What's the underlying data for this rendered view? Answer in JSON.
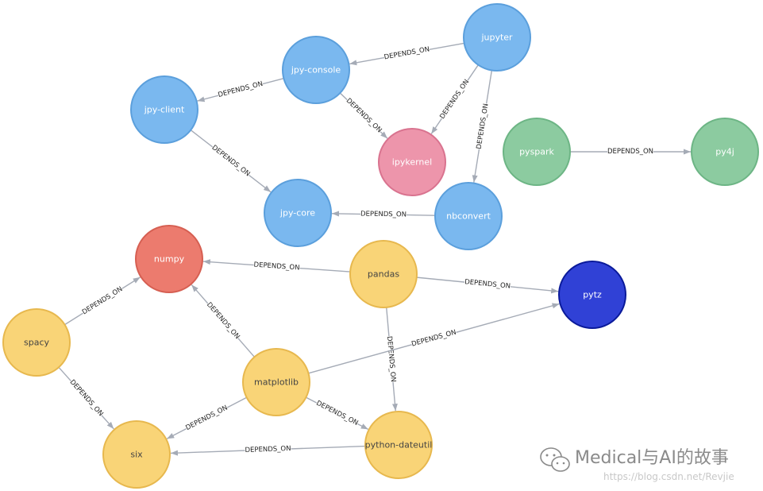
{
  "graph": {
    "colors": {
      "blue": "#7ab8ef",
      "blue_stroke": "#5b9fdc",
      "pink": "#ed95ab",
      "pink_stroke": "#d9738f",
      "red": "#ec7b6e",
      "red_stroke": "#d65f52",
      "yellow": "#f9d477",
      "yellow_stroke": "#e7b84e",
      "green": "#8ccba0",
      "green_stroke": "#6db585",
      "navy": "#3041d6",
      "navy_stroke": "#0a1a9a",
      "edge": "#a5abb6"
    },
    "nodes": [
      {
        "id": "jupyter",
        "label": "jupyter",
        "color": "blue"
      },
      {
        "id": "jpy-console",
        "label": "jpy-console",
        "color": "blue"
      },
      {
        "id": "jpy-client",
        "label": "jpy-client",
        "color": "blue"
      },
      {
        "id": "ipykernel",
        "label": "ipykernel",
        "color": "pink"
      },
      {
        "id": "jpy-core",
        "label": "jpy-core",
        "color": "blue"
      },
      {
        "id": "nbconvert",
        "label": "nbconvert",
        "color": "blue"
      },
      {
        "id": "pyspark",
        "label": "pyspark",
        "color": "green"
      },
      {
        "id": "py4j",
        "label": "py4j",
        "color": "green"
      },
      {
        "id": "numpy",
        "label": "numpy",
        "color": "red"
      },
      {
        "id": "pandas",
        "label": "pandas",
        "color": "yellow"
      },
      {
        "id": "pytz",
        "label": "pytz",
        "color": "navy"
      },
      {
        "id": "spacy",
        "label": "spacy",
        "color": "yellow"
      },
      {
        "id": "matplotlib",
        "label": "matplotlib",
        "color": "yellow"
      },
      {
        "id": "six",
        "label": "six",
        "color": "yellow"
      },
      {
        "id": "python-dateutil",
        "label": "python-dateutil",
        "color": "yellow"
      }
    ],
    "edges": [
      {
        "from": "jupyter",
        "to": "jpy-console",
        "label": "DEPENDS_ON"
      },
      {
        "from": "jupyter",
        "to": "ipykernel",
        "label": "DEPENDS_ON"
      },
      {
        "from": "jupyter",
        "to": "nbconvert",
        "label": "DEPENDS_ON"
      },
      {
        "from": "jpy-console",
        "to": "jpy-client",
        "label": "DEPENDS_ON"
      },
      {
        "from": "jpy-console",
        "to": "ipykernel",
        "label": "DEPENDS_ON"
      },
      {
        "from": "jpy-client",
        "to": "jpy-core",
        "label": "DEPENDS_ON"
      },
      {
        "from": "nbconvert",
        "to": "jpy-core",
        "label": "DEPENDS_ON"
      },
      {
        "from": "pyspark",
        "to": "py4j",
        "label": "DEPENDS_ON"
      },
      {
        "from": "pandas",
        "to": "numpy",
        "label": "DEPENDS_ON"
      },
      {
        "from": "pandas",
        "to": "pytz",
        "label": "DEPENDS_ON"
      },
      {
        "from": "pandas",
        "to": "python-dateutil",
        "label": "DEPENDS_ON"
      },
      {
        "from": "spacy",
        "to": "numpy",
        "label": "DEPENDS_ON"
      },
      {
        "from": "spacy",
        "to": "six",
        "label": "DEPENDS_ON"
      },
      {
        "from": "matplotlib",
        "to": "numpy",
        "label": "DEPENDS_ON"
      },
      {
        "from": "matplotlib",
        "to": "pytz",
        "label": "DEPENDS_ON"
      },
      {
        "from": "matplotlib",
        "to": "six",
        "label": "DEPENDS_ON"
      },
      {
        "from": "matplotlib",
        "to": "python-dateutil",
        "label": "DEPENDS_ON"
      },
      {
        "from": "python-dateutil",
        "to": "six",
        "label": "DEPENDS_ON"
      }
    ]
  },
  "watermark": {
    "icon": "wechat-icon",
    "title": "Medical与AI的故事",
    "url": "https://blog.csdn.net/Revjie"
  }
}
